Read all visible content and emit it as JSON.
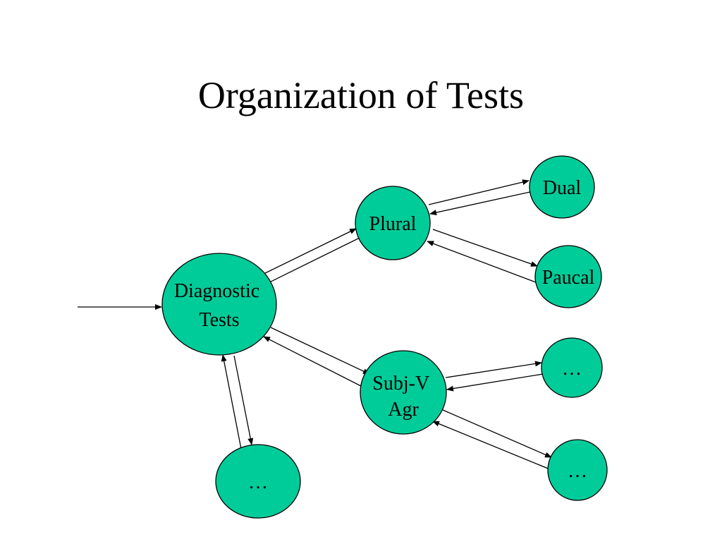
{
  "slide": {
    "title": "Organization of Tests"
  },
  "colors": {
    "node_fill": "#00CC99",
    "stroke": "#000000",
    "background": "#FFFFFF"
  },
  "nodes": {
    "diagnostic": {
      "lines": [
        "Diagnostic",
        "Tests"
      ]
    },
    "plural": {
      "lines": [
        "Plural"
      ]
    },
    "dual": {
      "lines": [
        "Dual"
      ]
    },
    "paucal": {
      "lines": [
        "Paucal"
      ]
    },
    "subjv": {
      "lines": [
        "Subj-V",
        "Agr"
      ]
    },
    "more_subjv_1": {
      "lines": [
        "…"
      ]
    },
    "more_subjv_2": {
      "lines": [
        "…"
      ]
    },
    "more_diag": {
      "lines": [
        "…"
      ]
    }
  }
}
